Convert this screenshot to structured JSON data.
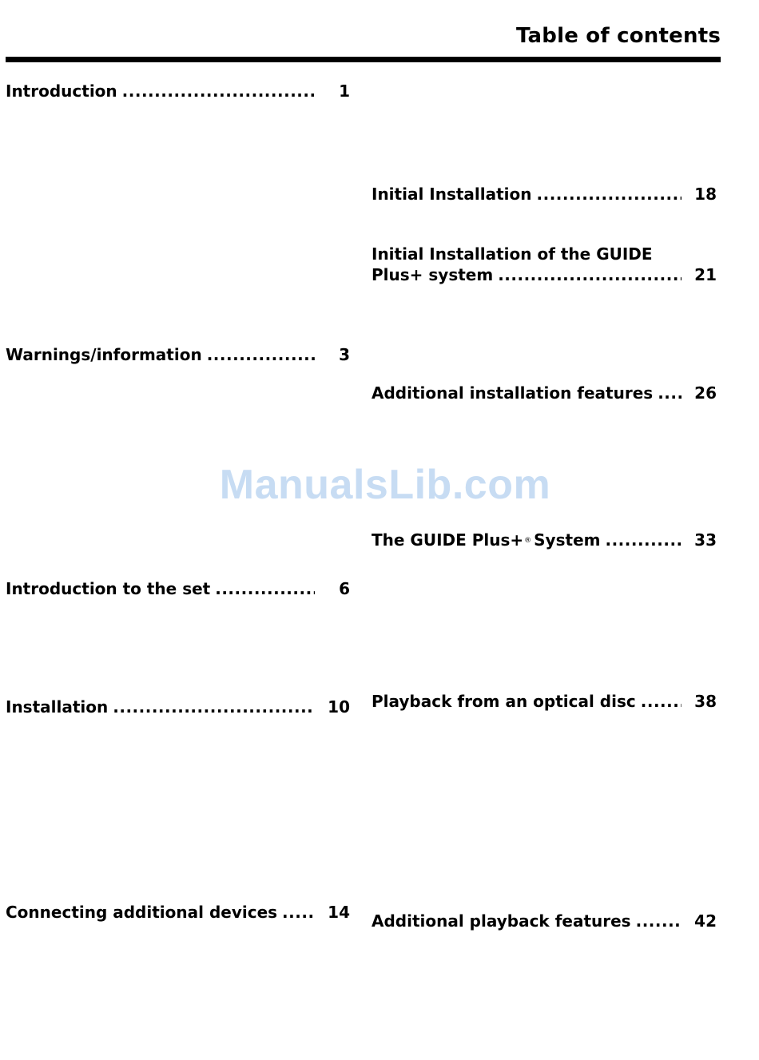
{
  "header": {
    "title": "Table of contents"
  },
  "watermark": "ManualsLib.com",
  "toc": [
    {
      "label": "Introduction",
      "page": "1"
    },
    {
      "label": "Warnings/information",
      "page": "3"
    },
    {
      "label": "Introduction to the set",
      "page": "6"
    },
    {
      "label": "Installation",
      "page": "10"
    },
    {
      "label": "Connecting additional devices",
      "page": "14"
    },
    {
      "label": "Initial Installation",
      "page": "18"
    },
    {
      "label_line1": "Initial Installation of the GUIDE",
      "label_line2": "Plus+ system",
      "page": "21"
    },
    {
      "label": "Additional installation features",
      "page": "26"
    },
    {
      "label_before": "The GUIDE Plus+",
      "label_mark": "®",
      "label_after": "System",
      "page": "33"
    },
    {
      "label": "Playback from an optical disc",
      "page": "38"
    },
    {
      "label": "Additional playback features",
      "page": "42"
    }
  ]
}
